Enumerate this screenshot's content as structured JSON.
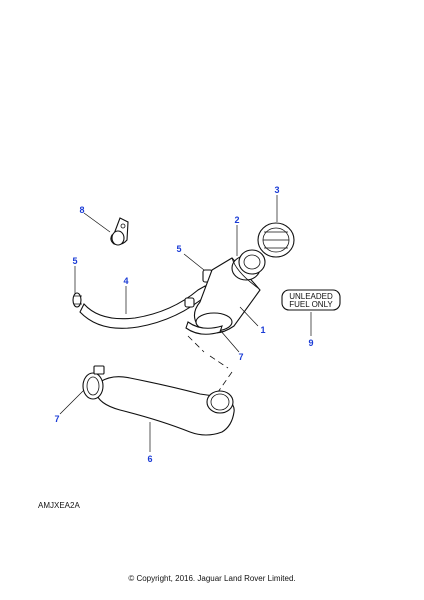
{
  "callouts": {
    "c1": "1",
    "c2": "2",
    "c3": "3",
    "c4": "4",
    "c5a": "5",
    "c5b": "5",
    "c6": "6",
    "c7a": "7",
    "c7b": "7",
    "c8": "8",
    "c9": "9"
  },
  "label": {
    "line1": "UNLEADED",
    "line2": "FUEL ONLY"
  },
  "reference_code": "AMJXEA2A",
  "copyright": "© Copyright, 2016. Jaguar Land Rover Limited."
}
